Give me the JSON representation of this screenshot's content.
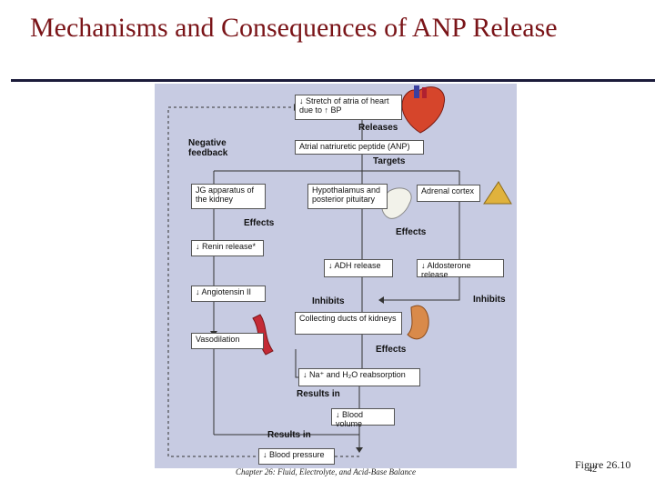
{
  "slide": {
    "title": "Mechanisms and Consequences of ANP Release",
    "footer": "Chapter 26: Fluid, Electrolyte, and Acid-Base Balance",
    "figure_number": "Figure 26.10",
    "page_number": "42"
  },
  "diagram": {
    "boxes": {
      "stretch": "↓ Stretch of atria of heart due to ↑ BP",
      "anp": "Atrial natriuretic peptide (ANP)",
      "jg": "JG apparatus of the kidney",
      "hypothalamus": "Hypothalamus and posterior pituitary",
      "adrenal": "Adrenal cortex",
      "renin": "↓ Renin release*",
      "adh": "↓ ADH release",
      "aldosterone": "↓ Aldosterone release",
      "angiotensin": "↓ Angiotensin II",
      "collecting": "Collecting ducts of kidneys",
      "vasodilation": "Vasodilation",
      "reabsorption": "↓ Na⁺ and H₂O reabsorption",
      "blood_volume": "↓ Blood volume",
      "blood_pressure": "↓ Blood pressure"
    },
    "labels": {
      "releases": "Releases",
      "targets": "Targets",
      "negative_feedback": "Negative feedback",
      "effects_jg": "Effects",
      "effects_mid": "Effects",
      "inhibits_left": "Inhibits",
      "inhibits_right": "Inhibits",
      "effects_lower": "Effects",
      "results_in_1": "Results in",
      "results_in_2": "Results in"
    },
    "colors": {
      "background": "#c7cbe2",
      "title": "#7a1418",
      "heart": "#d6452b",
      "vessel": "#c42a35",
      "kidney": "#d98a4a",
      "adrenal": "#e0b23c"
    }
  }
}
